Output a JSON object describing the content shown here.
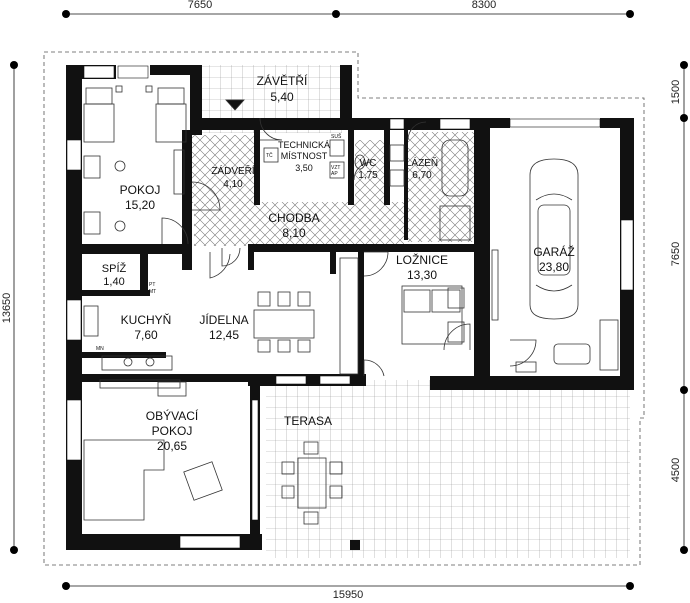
{
  "dimensions": {
    "top_left": "7650",
    "top_right": "8300",
    "bottom": "15950",
    "left": "13650",
    "right_top": "1500",
    "right_middle": "7650",
    "right_bottom": "4500"
  },
  "rooms": {
    "zaveteri": {
      "name": "ZÁVĚTŘÍ",
      "area": "5,40"
    },
    "pokoj": {
      "name": "POKOJ",
      "area": "15,20"
    },
    "zadveri": {
      "name": "ZÁDVEŘÍ",
      "area": "4,10"
    },
    "technicka": {
      "name_line1": "TECHNICKÁ",
      "name_line2": "MÍSTNOST",
      "area": "3,50"
    },
    "wc": {
      "name": "WC",
      "area": "1,75"
    },
    "lazen": {
      "name": "LÁZEŇ",
      "area": "6,70"
    },
    "chodba": {
      "name": "CHODBA",
      "area": "8,10"
    },
    "garaz": {
      "name": "GARÁŽ",
      "area": "23,80"
    },
    "spiz": {
      "name": "SPÍŽ",
      "area": "1,40"
    },
    "loznice": {
      "name": "LOŽNICE",
      "area": "13,30"
    },
    "kuchyn": {
      "name": "KUCHYŇ",
      "area": "7,60"
    },
    "jidelna": {
      "name": "JÍDELNA",
      "area": "12,45"
    },
    "obyvaci": {
      "name_line1": "OBÝVACÍ",
      "name_line2": "POKOJ",
      "area": "20,65"
    },
    "terasa": {
      "name": "TERASA"
    }
  },
  "tiny_labels": {
    "sus": "SUŠ",
    "vzt": "VZT",
    "ap": "AP",
    "tc": "TČ",
    "pt": "PT",
    "mt": "MT",
    "mn": "MN"
  }
}
